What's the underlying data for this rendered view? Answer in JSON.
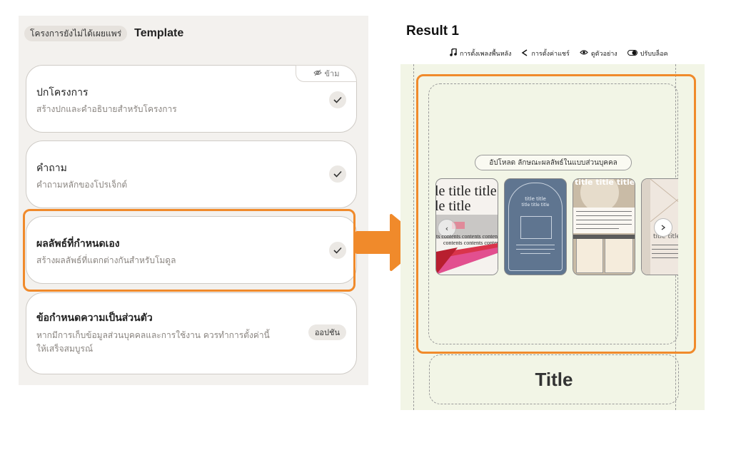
{
  "left": {
    "draft_tab": "โครงการยังไม่ได้เผยแพร่",
    "template_tab": "Template",
    "cards": [
      {
        "title": "ปกโครงการ",
        "desc": "สร้างปกและคำอธิบายสำหรับโครงการ",
        "skip_label": "ข้าม",
        "checked": true
      },
      {
        "title": "คำถาม",
        "desc": "คำถามหลักของโปรเจ็กต์",
        "checked": true
      },
      {
        "title": "ผลลัพธ์ที่กำหนดเอง",
        "desc": "สร้างผลลัพธ์ที่แตกต่างกันสำหรับโมดูล",
        "checked": true,
        "highlighted": true
      },
      {
        "title": "ข้อกำหนดความเป็นส่วนตัว",
        "desc_line1": "หากมีการเก็บข้อมูลส่วนบุคคลและการใช้งาน ควรทำการตั้งค่านี้",
        "desc_line2": "ให้เสร็จสมบูรณ์",
        "option_label": "ออปชัน"
      }
    ]
  },
  "right": {
    "result_title": "Result 1",
    "toolbar": [
      {
        "icon": "music-note-icon",
        "label": "การตั้งเพลงพื้นหลัง"
      },
      {
        "icon": "share-icon",
        "label": "การตั้งค่าแชร์"
      },
      {
        "icon": "eye-icon",
        "label": "ดูตัวอย่าง"
      },
      {
        "icon": "toggle-icon",
        "label": "ปรับบล็อค"
      }
    ],
    "upload_label": "อัปโหลด ลักษณะผลลัพธ์ในแบบส่วนบุคคล",
    "thumbs": {
      "t1_line1": "le title title",
      "t1_line2": "le title",
      "t1_contents1": "nts contents contents contents",
      "t1_contents2": "contents contents contents",
      "t2_title1": "title title",
      "t2_title2": "title title title",
      "t3_title": "title title title",
      "t4_title": "title title ti"
    },
    "title_box": "Title"
  },
  "colors": {
    "accent_orange": "#f08a2b",
    "canvas_bg": "#f2f5e6"
  }
}
